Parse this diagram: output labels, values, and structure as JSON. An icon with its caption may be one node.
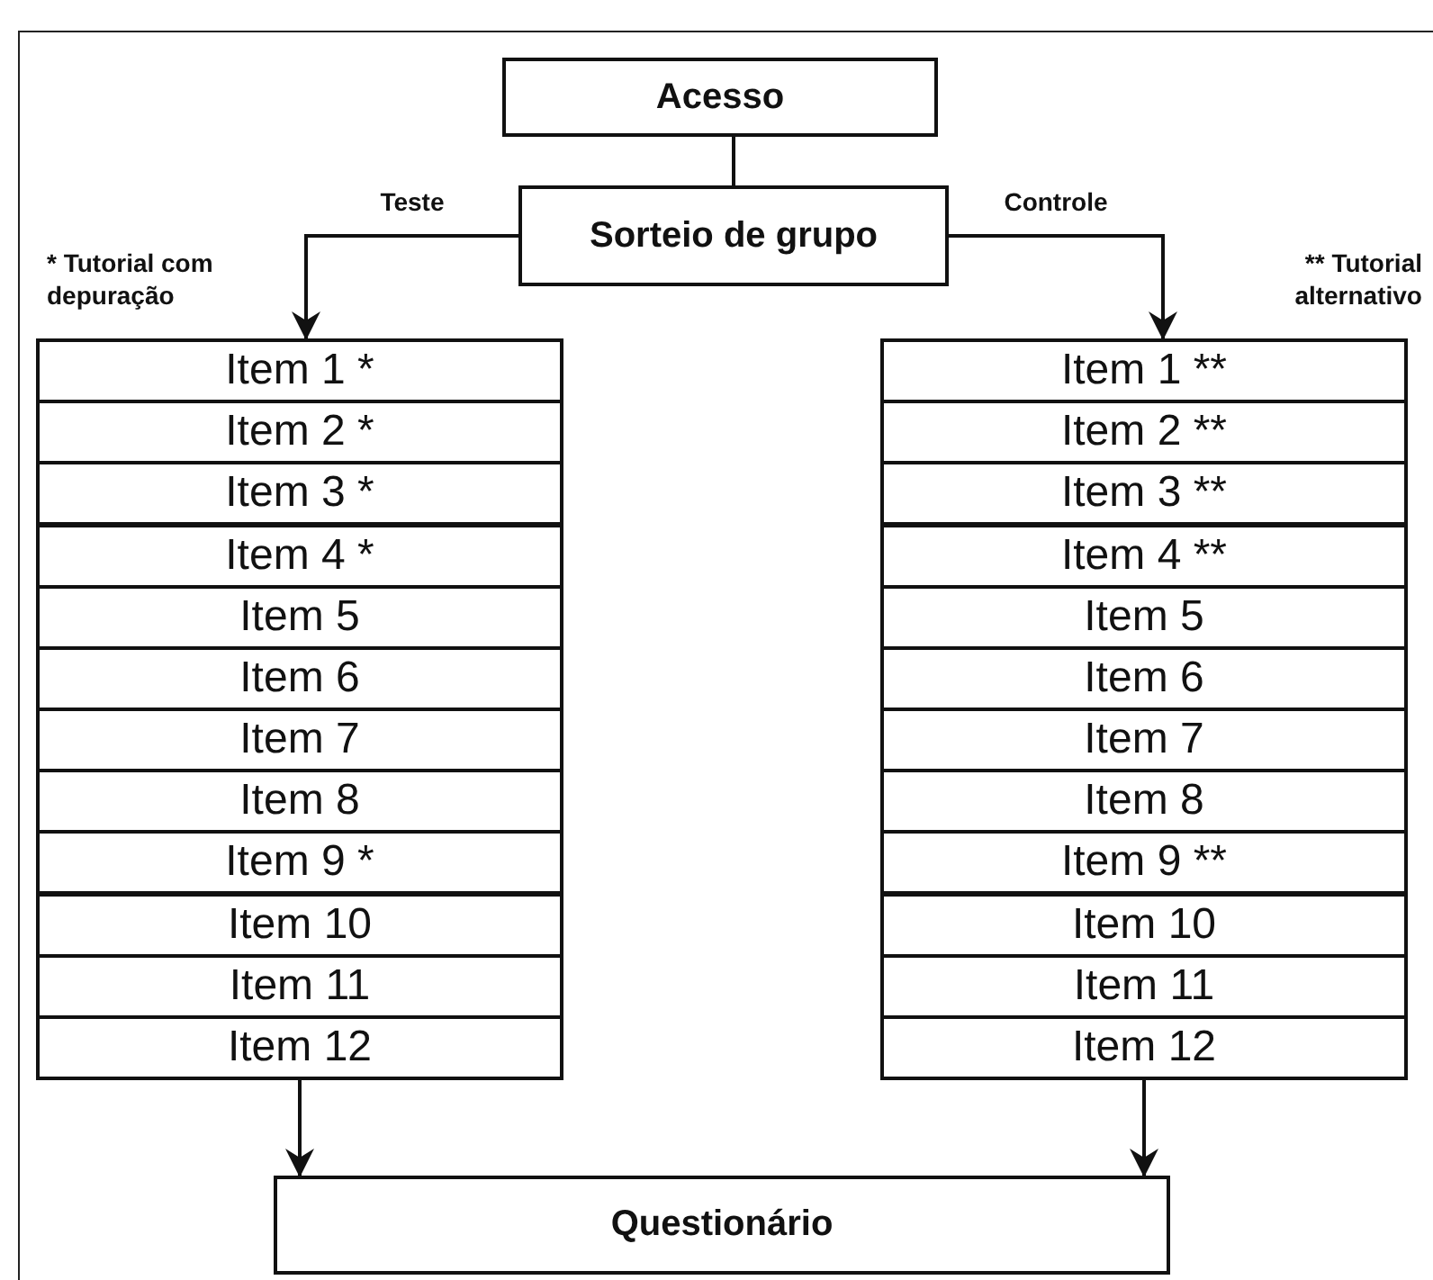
{
  "diagram": {
    "nodes": [
      {
        "text": [
          "Acesso"
        ]
      },
      {
        "text": [
          "Sorteio de grupo"
        ]
      },
      {
        "text": [
          "Item 1 *"
        ]
      },
      {
        "text": [
          "Item 2 *"
        ]
      },
      {
        "text": [
          "Item 3 *"
        ]
      },
      {
        "text": [
          "Item 4 *"
        ]
      },
      {
        "text": [
          "Item 5"
        ]
      },
      {
        "text": [
          "Item 6"
        ]
      },
      {
        "text": [
          "Item 7"
        ]
      },
      {
        "text": [
          "Item 8"
        ]
      },
      {
        "text": [
          "Item 9 *"
        ]
      },
      {
        "text": [
          "Item 10"
        ]
      },
      {
        "text": [
          "Item 11"
        ]
      },
      {
        "text": [
          "Item 12"
        ]
      },
      {
        "text": [
          "Item 1 **"
        ]
      },
      {
        "text": [
          "Item 2 **"
        ]
      },
      {
        "text": [
          "Item 3 **"
        ]
      },
      {
        "text": [
          "Item 4 **"
        ]
      },
      {
        "text": [
          "Item 5"
        ]
      },
      {
        "text": [
          "Item 6"
        ]
      },
      {
        "text": [
          "Item 7"
        ]
      },
      {
        "text": [
          "Item 8"
        ]
      },
      {
        "text": [
          "Item 9 **"
        ]
      },
      {
        "text": [
          "Item 10"
        ]
      },
      {
        "text": [
          "Item 11"
        ]
      },
      {
        "text": [
          "Item 12"
        ]
      },
      {
        "text": [
          "Questionário"
        ]
      }
    ],
    "edges": [
      {
        "from": 0,
        "to": 1,
        "arrow": "none"
      },
      {
        "from": 1,
        "to": 2,
        "arrow": "to",
        "label": "Teste"
      },
      {
        "from": 1,
        "to": 14,
        "arrow": "to",
        "label": "Controle"
      },
      {
        "from": 13,
        "to": 26,
        "arrow": "to"
      },
      {
        "from": 25,
        "to": 26,
        "arrow": "to"
      }
    ],
    "labels": [
      "* Tutorial com depuração",
      "** Tutorial alternativo"
    ]
  }
}
